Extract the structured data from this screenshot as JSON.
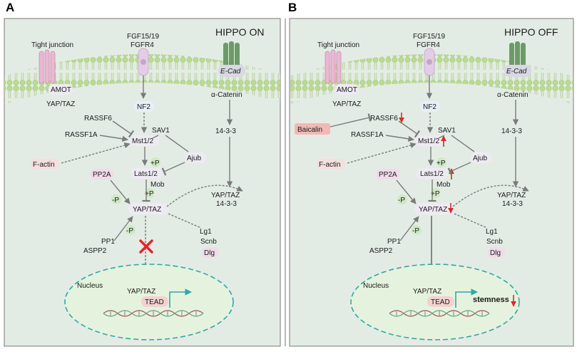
{
  "panels": [
    {
      "letter": "A",
      "title": "HIPPO ON",
      "labels": {
        "tight_junction": "Tight junction",
        "amot": "AMOT",
        "yap_taz_top": "YAP/TAZ",
        "fgf": "FGF15/19",
        "fgfr4": "FGFR4",
        "ecad": "E-Cad",
        "nf2": "NF2",
        "alpha_catenin": "α-Catenin",
        "rassf6": "RASSF6",
        "sav1": "SAV1",
        "rassf1a": "RASSF1A",
        "mst": "Mst1/2",
        "p_plus_1": "+P",
        "protein_1433": "14-3-3",
        "ajub": "Ajub",
        "factin": "F-actin",
        "pp2a": "PP2A",
        "lats": "Lats1/2",
        "mob": "Mob",
        "p_plus_2": "+P",
        "p_minus_1": "-P",
        "yap_taz_main": "YAP/TAZ",
        "yap_1433_line1": "YAP/TAZ",
        "yap_1433_line2": "14-3-3",
        "p_minus_2": "-P",
        "lg1": "Lg1",
        "pp1": "PP1",
        "scnb": "Scnb",
        "aspp2": "ASPP2",
        "dlg": "Dlg",
        "nucleus": "Nucleus",
        "yap_taz_nuc": "YAP/TAZ",
        "tead": "TEAD"
      }
    },
    {
      "letter": "B",
      "title": "HIPPO OFF",
      "labels": {
        "tight_junction": "Tight junction",
        "amot": "AMOT",
        "yap_taz_top": "YAP/TAZ",
        "fgf": "FGF15/19",
        "fgfr4": "FGFR4",
        "ecad": "E-Cad",
        "nf2": "NF2",
        "alpha_catenin": "α-Catenin",
        "rassf6": "RASSF6",
        "baicalin": "Baicalin",
        "sav1": "SAV1",
        "rassf1a": "RASSF1A",
        "mst": "Mst1/2",
        "p_plus_1": "+P",
        "protein_1433": "14-3-3",
        "ajub": "Ajub",
        "factin": "F-actin",
        "pp2a": "PP2A",
        "lats": "Lats1/2",
        "mob": "Mob",
        "p_plus_2": "+P",
        "p_minus_1": "-P",
        "yap_taz_main": "YAP/TAZ",
        "yap_1433_line1": "YAP/TAZ",
        "yap_1433_line2": "14-3-3",
        "p_minus_2": "-P",
        "lg1": "Lg1",
        "pp1": "PP1",
        "scnb": "Scnb",
        "aspp2": "ASPP2",
        "dlg": "Dlg",
        "nucleus": "Nucleus",
        "yap_taz_nuc": "YAP/TAZ",
        "tead": "TEAD",
        "stemness": "stemness"
      }
    }
  ],
  "colors": {
    "panel_bg": "#e3ece4",
    "membrane": "#cfe3b4",
    "nucleus_fill": "#e5f3de",
    "nucleus_border": "#2ea8a8",
    "arrow": "#7a7a7a",
    "block_x": "#e8232a",
    "up_down_arrow": "#d82b2b",
    "tead_bg": "#f3d1cf",
    "baicalin_bg": "#f1b9b4",
    "phos_bg": "#cfe9c4",
    "node_bg": "#eeeaf3"
  }
}
